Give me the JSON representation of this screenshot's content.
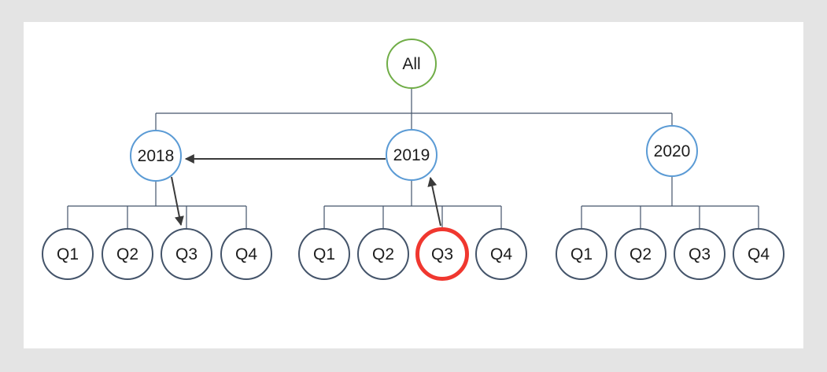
{
  "diagram": {
    "root": {
      "label": "All"
    },
    "years": [
      {
        "label": "2018",
        "quarters": [
          {
            "label": "Q1"
          },
          {
            "label": "Q2"
          },
          {
            "label": "Q3"
          },
          {
            "label": "Q4"
          }
        ]
      },
      {
        "label": "2019",
        "quarters": [
          {
            "label": "Q1"
          },
          {
            "label": "Q2"
          },
          {
            "label": "Q3",
            "highlighted": true
          },
          {
            "label": "Q4"
          }
        ]
      },
      {
        "label": "2020",
        "quarters": [
          {
            "label": "Q1"
          },
          {
            "label": "Q2"
          },
          {
            "label": "Q3"
          },
          {
            "label": "Q4"
          }
        ]
      }
    ],
    "arrows": [
      {
        "from": "2019",
        "to": "2018"
      },
      {
        "from": "2018",
        "to": "2018-Q3"
      },
      {
        "from": "2019-Q3",
        "to": "2019"
      }
    ],
    "colors": {
      "root_stroke": "#70ad47",
      "year_stroke": "#5b9bd5",
      "quarter_stroke": "#44546a",
      "highlight_stroke": "#f0372f",
      "connector": "#44546a",
      "arrow": "#3a3a3a",
      "canvas_bg": "#ffffff",
      "page_bg": "#e4e4e4"
    }
  }
}
